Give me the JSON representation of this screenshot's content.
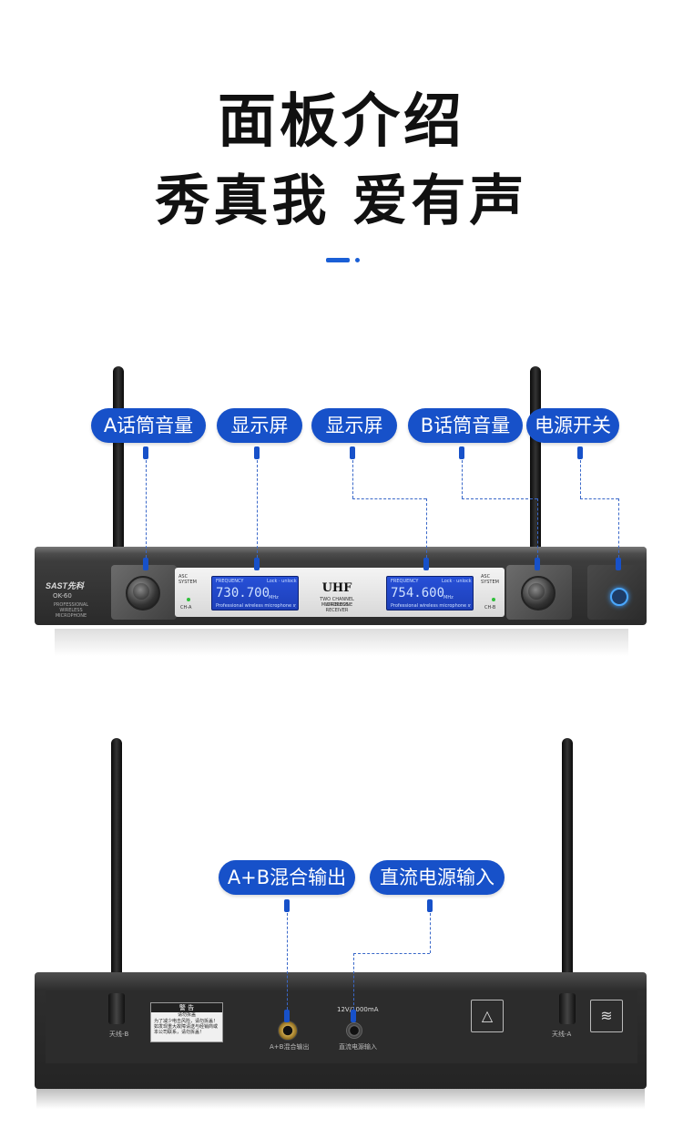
{
  "heading": {
    "line1": "面板介绍",
    "line2": "秀真我 爱有声"
  },
  "front_callouts": [
    {
      "label": "A话筒音量"
    },
    {
      "label": "显示屏"
    },
    {
      "label": "显示屏"
    },
    {
      "label": "B话筒音量"
    },
    {
      "label": "电源开关"
    }
  ],
  "front_unit": {
    "brand": "SAST先科",
    "model": "OK-60",
    "subtitle": "PROFESSIONAL WIRELESS MICROPHONE",
    "uhf": "UHF",
    "uhf_sub1": "TWO CHANNEL WIRELESS",
    "uhf_sub2": "MICROPHONE RECEIVER",
    "asc1": "ASC SYSTEM",
    "asc2": "ASC SYSTEM",
    "ch_a": "CH-A",
    "ch_b": "CH-B",
    "lcd_a": {
      "freq_label": "FREQUENCY",
      "lock": "Lock · unlock",
      "value": "730.700",
      "unit": "MHz",
      "footer": "Professional wireless microphone system"
    },
    "lcd_b": {
      "freq_label": "FREQUENCY",
      "lock": "Lock · unlock",
      "value": "754.600",
      "unit": "MHz",
      "footer": "Professional wireless microphone system"
    }
  },
  "rear_callouts": [
    {
      "label": "A+B混合输出"
    },
    {
      "label": "直流电源输入"
    }
  ],
  "rear_unit": {
    "antenna_b": "天线-B",
    "antenna_a": "天线-A",
    "warning_title": "警 告",
    "warning_sub": "请勿拆盖",
    "warning_text": "为了减少电击风险，请勿拆盖！如发现重大故障请送与经销商或本公司联系，请勿拆盖！",
    "mix_out": "A+B混合输出",
    "power_rating": "12V/1000mA",
    "dc_in": "直流电源输入",
    "cert_icon_1": "triangle-mountain-icon",
    "cert_icon_2": "triangle-waves-icon"
  },
  "colors": {
    "accent": "#1751c9",
    "lcd": "#2750d8"
  }
}
